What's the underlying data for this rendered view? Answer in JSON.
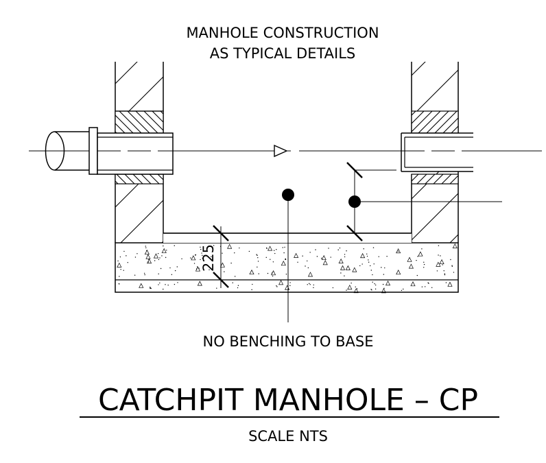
{
  "notes": {
    "top_line1": "MANHOLE CONSTRUCTION",
    "top_line2": "AS TYPICAL DETAILS",
    "bottom": "NO BENCHING TO BASE"
  },
  "dimension": {
    "base_thickness": "225"
  },
  "title": {
    "main": "CATCHPIT MANHOLE – CP",
    "scale": "SCALE NTS"
  },
  "colors": {
    "line": "#000000",
    "background": "#ffffff"
  }
}
